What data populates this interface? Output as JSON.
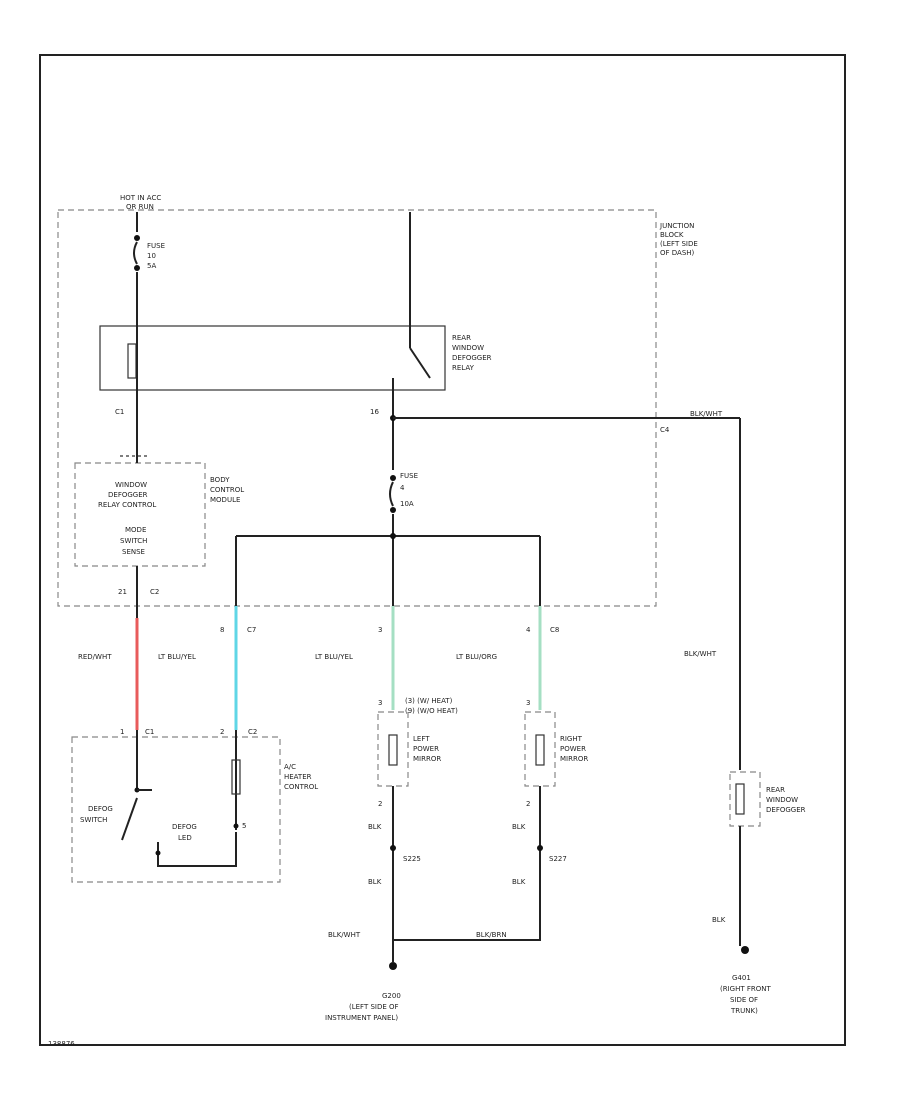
{
  "colors": {
    "red_wire": "#e85b5b",
    "cyan_wire": "#5fd6e6",
    "green_wire": "#a5dfc3",
    "tan_wire": "#cbb99a",
    "wire": "#222222",
    "dashed_box": "#888888"
  },
  "labels": {
    "hot_source": [
      "HOT IN ACC",
      "OR RUN"
    ],
    "fuse1": [
      "FUSE",
      "10",
      "5A"
    ],
    "junction_block": [
      "JUNCTION",
      "BLOCK",
      "(LEFT SIDE",
      "OF DASH)"
    ],
    "relay": [
      "REAR",
      "WINDOW",
      "DEFOGGER",
      "RELAY"
    ],
    "pin_c1": "C1",
    "pin_16": "16",
    "pin_c4": "C4",
    "wire_bk_wt_top": "BLK/WHT",
    "fuse2": [
      "FUSE",
      "4",
      "10A"
    ],
    "bcm_module": [
      "BODY",
      "CONTROL",
      "MODULE"
    ],
    "bcm_relay_ctrl": [
      "WINDOW",
      "DEFOGGER",
      "RELAY CONTROL"
    ],
    "bcm_mode": [
      "MODE",
      "SWITCH",
      "SENSE"
    ],
    "pin_21": "21",
    "pin_c2": "C2",
    "pin_8": "8",
    "pin_c7": "C7",
    "pin_3": "3",
    "pin_4": "4",
    "pin_c8": "C8",
    "wire_red_wht": "RED/WHT",
    "wire_lt_blu_yel_1": "LT BLU/YEL",
    "wire_lt_blu_yel_2": "LT BLU/YEL",
    "wire_lt_blu_org": "LT BLU/ORG",
    "wire_blk_wht_right": "BLK/WHT",
    "mirror_note": [
      "(3) (W/ HEAT)",
      "(9) (W/O HEAT)"
    ],
    "left_mirror": [
      "LEFT",
      "POWER",
      "MIRROR"
    ],
    "right_mirror": [
      "RIGHT",
      "POWER",
      "MIRROR"
    ],
    "pin_left_mirror_top": "3",
    "pin_right_mirror_top": "3",
    "pin_c1_hvac": "C1",
    "pin_c2_hvac": "C2",
    "pin_1": "1",
    "pin_2_hvac": "2",
    "pin_5": "5",
    "hvac_control": [
      "A/C",
      "HEATER",
      "CONTROL"
    ],
    "defog_switch": [
      "DEFOG",
      "SWITCH"
    ],
    "defog_led": [
      "DEFOG",
      "LED"
    ],
    "pin_2_left": "2",
    "pin_2_right": "2",
    "blk_1": "BLK",
    "blk_2": "BLK",
    "blk_3": "BLK",
    "blk_4": "BLK",
    "blk_5": "BLK",
    "splice_s225": "S225",
    "splice_s227": "S227",
    "wire_blk_wht_bottom": "BLK/WHT",
    "wire_blk_brn": "BLK/BRN",
    "ground_g200": [
      "G200",
      "(LEFT SIDE OF",
      "INSTRUMENT PANEL)"
    ],
    "rear_defogger": [
      "REAR",
      "WINDOW",
      "DEFOGGER"
    ],
    "ground_g401": [
      "G401",
      "(RIGHT FRONT",
      "SIDE OF",
      "TRUNK)"
    ],
    "figure_id": "138876"
  }
}
